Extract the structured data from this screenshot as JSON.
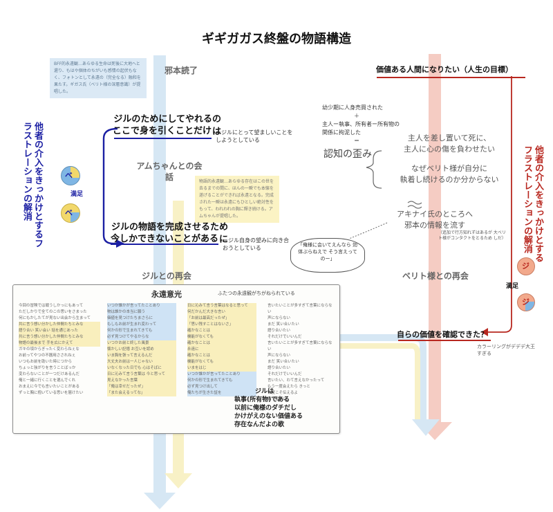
{
  "title": "ギギガガス終盤の物語構造",
  "left": {
    "note_top": "BFF的永遠観…あらゆる生命は死後に大地へと還り、もはや個体のちがいも感情の起伏もなく、フォトンとして永遠の（完全なる）融和を果たす。ギガス氏（ベリト様の深層意識）が提唱した。",
    "label_jahon": "邪本読了",
    "statement1_line1": "ジルのためにしてやれるのは",
    "statement1_line2": "ここで身を引くことだけ",
    "aside1": "＝ジルにとって望ましいことをしようとしている",
    "label_amu": "アムちゃんとの会話",
    "note_mid": "物語的永遠観…あらゆる存在はこの世を去るまでの間に、ほんの一瞬でも本懐を遂げることができれば永遠となる。完成された一瞬は永遠にもひとしい絶対性をもって、われわれの胸に輝き続ける。アムちゃんが提唱した。",
    "statement2_line1": "ジルの物語を完成させるために",
    "statement2_line2": "今しかできないことがある",
    "aside2": "＝ジル自身の望みに向き合おうとしている",
    "bubble": "「俺様に会いてえんなら 効体ぶらねえで そう言えってのー」",
    "vertical_note": "他者の介入をきっかけとするフラストレーションの解消",
    "badge_top": "ベ",
    "badge_bottom": "ベ",
    "badge_label": "満足",
    "label_reunion": "ジルとの再会"
  },
  "right": {
    "goal": "価値ある人間になりたい（人生の目標）",
    "note_lines": [
      "幼少期に人身売買された",
      "＋",
      "主人ー執事、所有者ー所有物の",
      "関係に拘泥した",
      "＝"
    ],
    "distortion": "認知の歪み",
    "statement_a_line1": "主人を差し置いて死に、",
    "statement_a_line2": "主人に心の傷を負わせたい",
    "statement_b_line1": "なぜベリト様が自分に",
    "statement_b_line2": "執着し続けるのか分からない",
    "akinai_line1": "アキナイ氏のところへ",
    "akinai_line2": "邪本の情報を流す",
    "akinai_note": "（追加で行方知れずはあるが 大ベリト様がコンタクトをとるため しだ）",
    "label_reunion": "ベリト様との再会",
    "vertical_note": "他者の介入をきっかけとするフラストレーションの解消",
    "badge_label": "満足",
    "badge_top": "ジ",
    "badge_bottom": "ジ",
    "final_question": "自らの価値を確認できた？",
    "final_note": "カラーリングがデデデ大王すぎる"
  },
  "card": {
    "title": "永遠意光",
    "subtitle": "ふたつの永遠観がちがねられている",
    "handnote_line1": "ジルは",
    "handnote_line2": "執事(所有物)である",
    "handnote_line3": "以前に俺様のダチだし",
    "handnote_line4": "かけがえのない価値ある",
    "handnote_line5": "存在なんだよの歌",
    "col1": [
      "今回の冒険では戦うしかっにもあって",
      "ただしかりで全てのこの思いをさまった",
      "何にもかしたてが見ない出会から生まって",
      "",
      "共に言う想い分かした仲間たちとみな",
      "語り合い 笑い会い 話を通じあった",
      "共に言う想い分かした仲間たちとみな",
      "物語の最後まで 手を広にかえて",
      "",
      "ガキの頃からぎったく変わらねぇな",
      "お前ってやつの不器用さされねぇ",
      "いつもお前を助いた時につから",
      "ちょっと強がりを言うことばっか",
      "",
      "変わらないことが一つだけあるんだ",
      "俺と一緒に行くことを選んでくれ",
      "おまえに今でも言いたいことがある",
      "ずっと胸に抱いている思いを届けたい"
    ],
    "col2": [
      "いつか誰かが言ってたことあり",
      "物は誰かの本当に願う",
      "価値を見つけたちまさらに",
      "",
      "もしもお前が生まれ変わって",
      "何かの形で生まれてきても",
      "必ず見つけてやるからな",
      "",
      "いつかお前と終した風景",
      "懐かしい記憶 お互いを認め",
      "いま胸を張って言えるんだ",
      "",
      "大丈夫お前は一人じゃない",
      "いなくなった日でも 心はそばに",
      "",
      "日に沁みて言う言葉は 今と思って",
      "見えなかった言葉",
      "「俺は幸せだったぜ」",
      "「また会えるってな」"
    ],
    "col3": [
      "日に沁みて言う言葉はなると思って",
      "何だかんだ大きな言い",
      "「お前は最高だったぜ」",
      "「思い残すことはないさ」",
      "",
      "確かなことは",
      "機能がなくても",
      "確かなことは",
      "永遠に",
      "",
      "確かなことは",
      "機能がなくても",
      "いまをはじ",
      "",
      "いつか誰かが言ってたことあり",
      "何かの形で生まれてきても",
      "必ず見つけ出して",
      "俺たちが生きた証を"
    ],
    "col4": [
      "言いたいことが多すぎて言葉にならない",
      "声にならない",
      "まだ 笑い合いたい",
      "語り合いたい",
      "それだけでいいんだ",
      "",
      "言いたいことが多すぎて言葉にならない",
      "声にならない",
      "まだ 笑い合いたい",
      "語り合いたい",
      "それだけでいいんだ",
      "",
      "言いたい、わて言えなかったって",
      "もう一度会えたら きっと",
      "今度こそ伝えるよ",
      "真っ直ぐに"
    ]
  },
  "colors": {
    "blue_stream": "#cfe3f2",
    "yellow_stream": "#f7f0c4",
    "pink_stream": "#f4c7be",
    "blue_ink": "#1b1fa3",
    "red_ink": "#b8271f",
    "badge_blue": "#7fb6e4",
    "badge_yellow": "#f2d86b",
    "badge_peach": "#f2a98c"
  }
}
